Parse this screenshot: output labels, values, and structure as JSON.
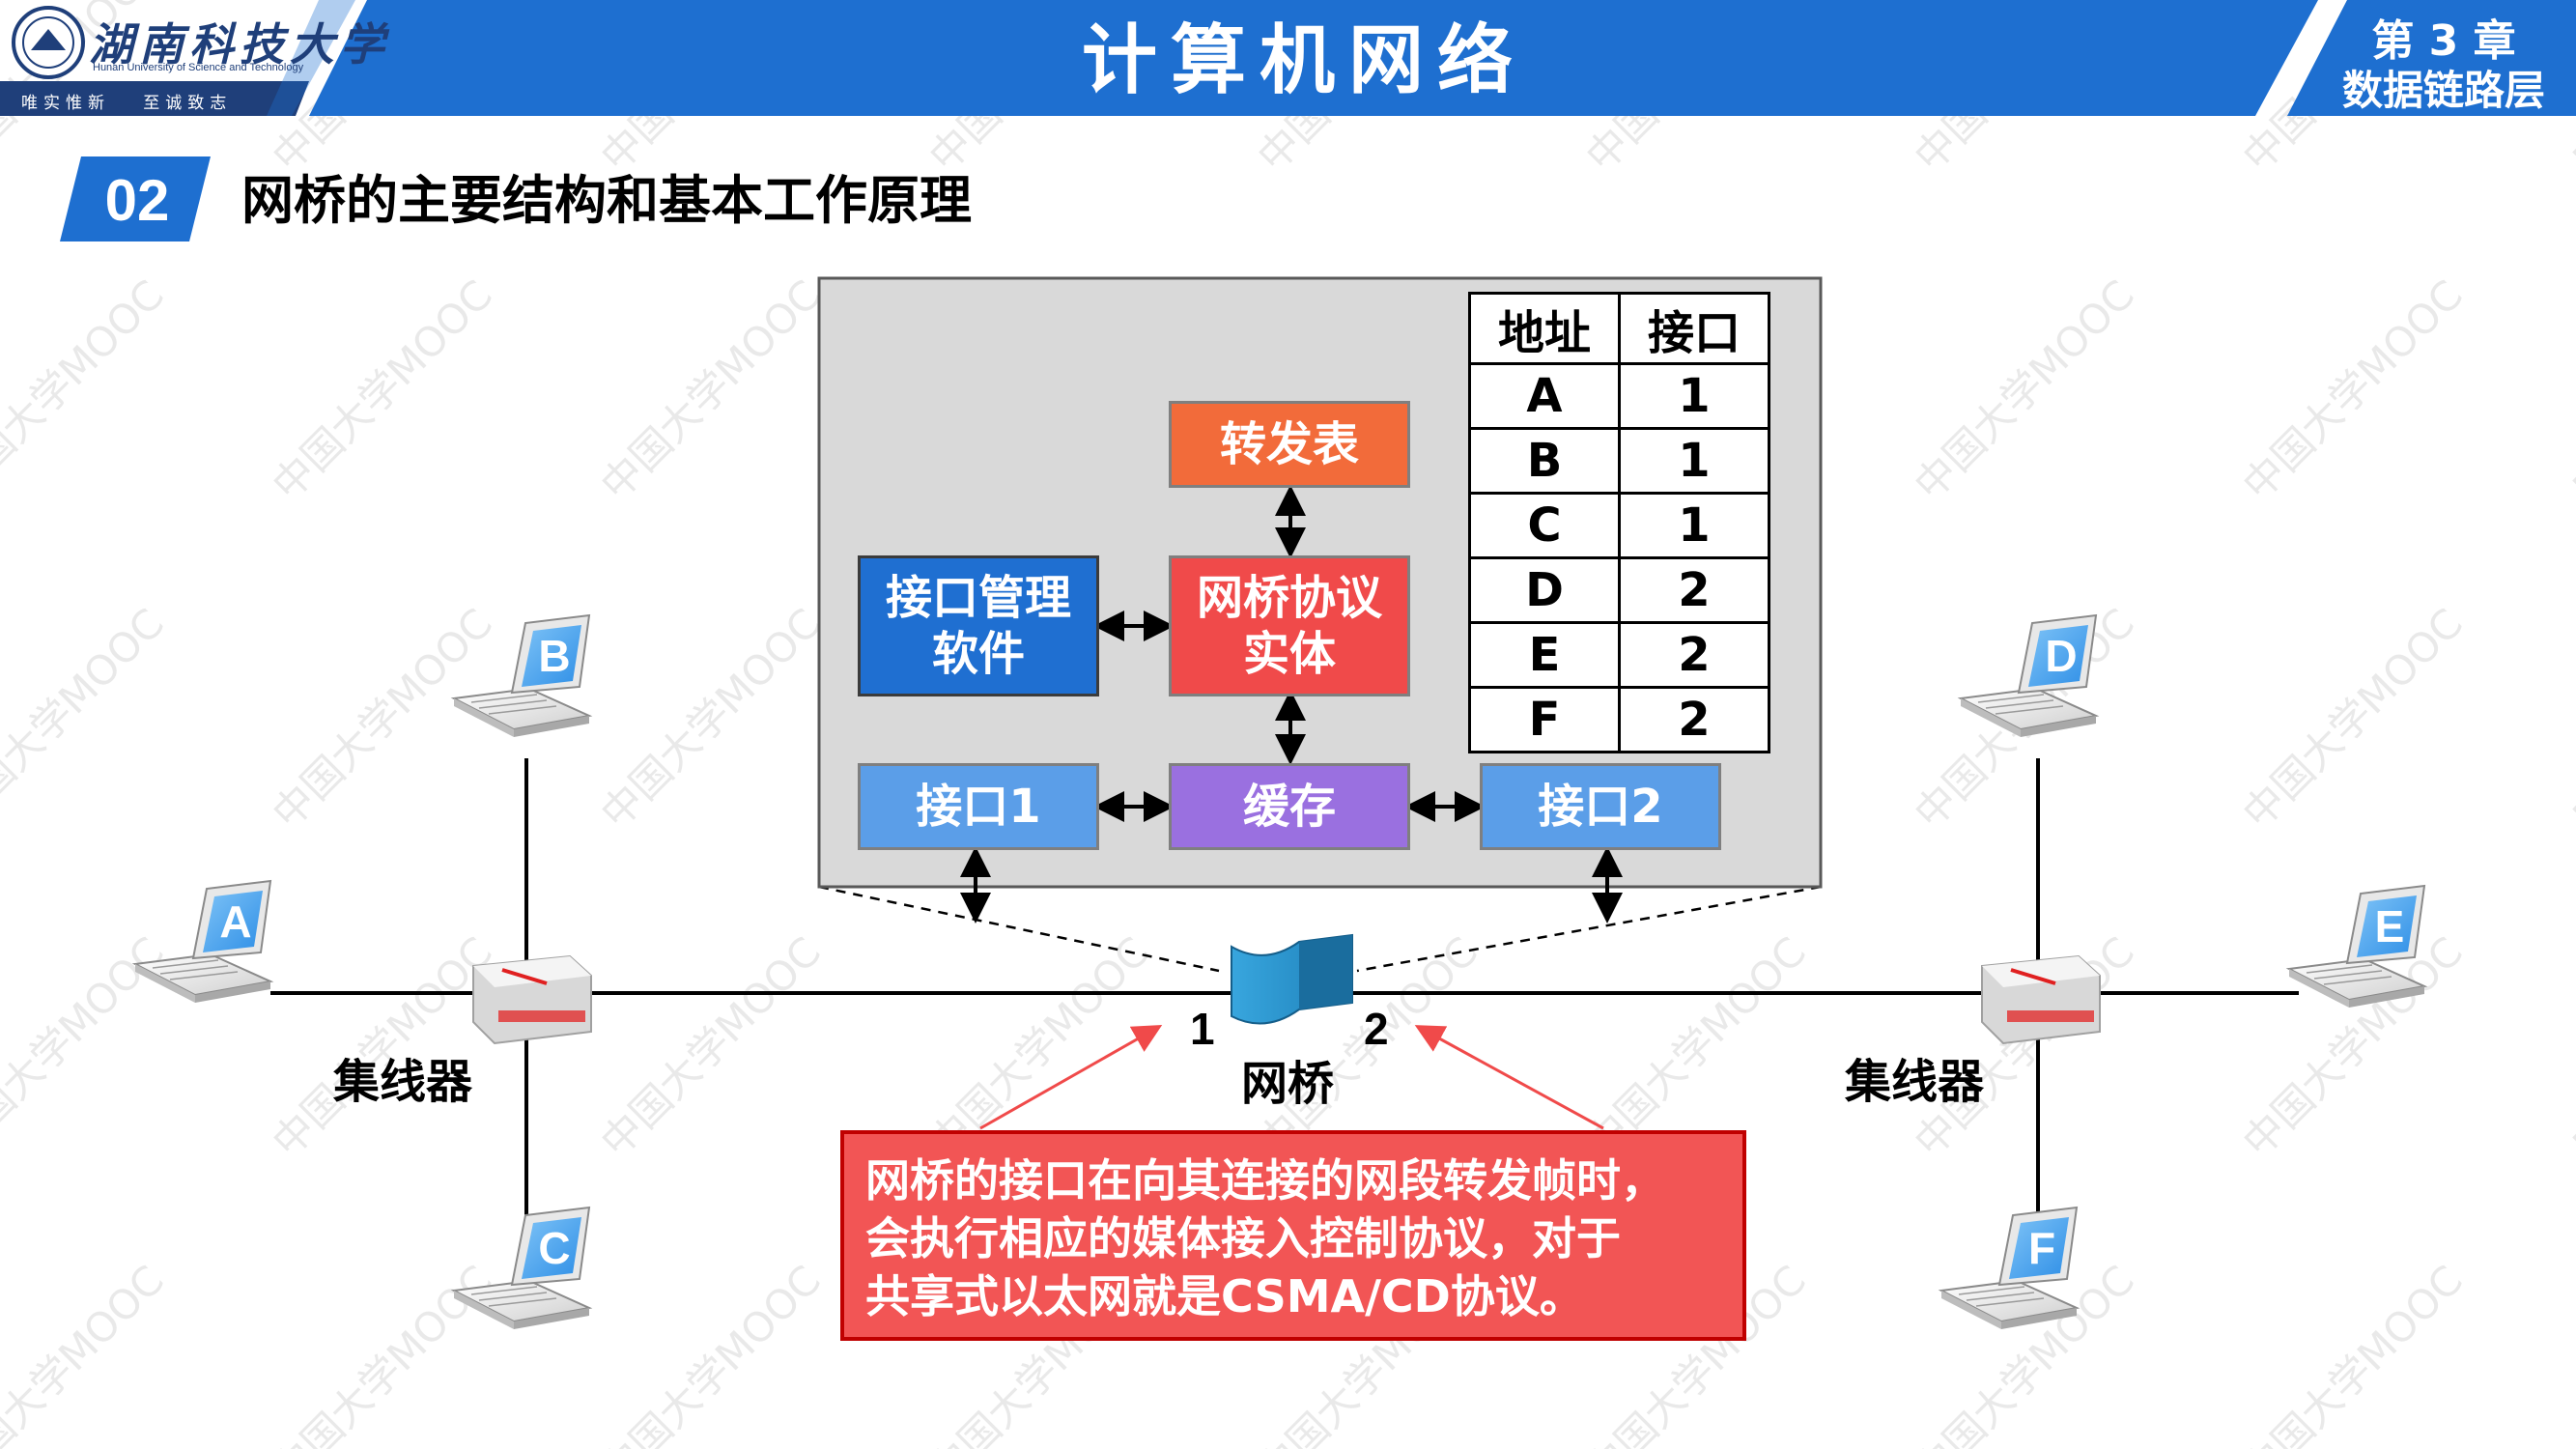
{
  "header": {
    "title": "计算机网络",
    "chapter_number": "第 3 章",
    "chapter_name": "数据链路层",
    "university_cn": "湖南科技大学",
    "university_en": "Hunan University of Science and Technology",
    "motto": "唯实惟新   至诚致志",
    "accent_color": "#1e6fd0",
    "dark_color": "#1f3f7a"
  },
  "section": {
    "number": "02",
    "title": "网桥的主要结构和基本工作原理"
  },
  "bridge_internals": {
    "forwarding_table_label": "转发表",
    "port_mgmt_label_line1": "接口管理",
    "port_mgmt_label_line2": "软件",
    "protocol_entity_line1": "网桥协议",
    "protocol_entity_line2": "实体",
    "port1_label": "接口1",
    "buffer_label": "缓存",
    "port2_label": "接口2",
    "colors": {
      "forwarding_table": "#f26b3a",
      "port_mgmt": "#1f6fd1",
      "protocol_entity": "#f04a4a",
      "port": "#5b9ee8",
      "buffer": "#9a70e0",
      "panel": "#d9d9d9"
    }
  },
  "table": {
    "headers": [
      "地址",
      "接口"
    ],
    "rows": [
      [
        "A",
        "1"
      ],
      [
        "B",
        "1"
      ],
      [
        "C",
        "1"
      ],
      [
        "D",
        "2"
      ],
      [
        "E",
        "2"
      ],
      [
        "F",
        "2"
      ]
    ]
  },
  "network": {
    "hub_left_label": "集线器",
    "hub_right_label": "集线器",
    "bridge_label": "网桥",
    "bridge_port1": "1",
    "bridge_port2": "2",
    "hosts": [
      "A",
      "B",
      "C",
      "D",
      "E",
      "F"
    ]
  },
  "note": {
    "line1": "网桥的接口在向其连接的网段转发帧时，",
    "line2": "会执行相应的媒体接入控制协议，对于",
    "line3": "共享式以太网就是CSMA/CD协议。"
  },
  "watermark": "中国大学MOOC"
}
